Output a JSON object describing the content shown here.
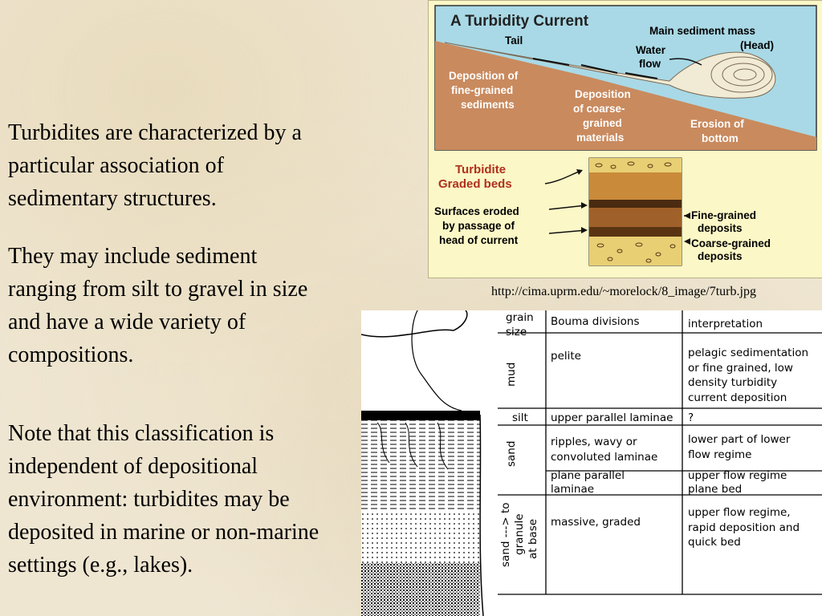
{
  "paragraphs": {
    "p1": "Turbidites are characterized by a particular association of sedimentary structures.",
    "p2": "They may include sediment ranging from silt to gravel in size and have a wide variety of compositions.",
    "p3": "Note that this classification is independent of depositional environment: turbidites may be deposited in marine or non-marine settings (e.g., lakes)."
  },
  "turbidity_figure": {
    "title": "A Turbidity Current",
    "labels": {
      "tail": "Tail",
      "main_mass_1": "Main sediment mass",
      "main_mass_2": "(Head)",
      "water_1": "Water",
      "water_2": "flow",
      "fine_1": "Deposition of",
      "fine_2": "fine-grained",
      "fine_3": "sediments",
      "coarse_1": "Deposition",
      "coarse_2": "of coarse-",
      "coarse_3": "grained",
      "coarse_4": "materials",
      "erosion_1": "Erosion of",
      "erosion_2": "bottom",
      "graded_1": "Turbidite",
      "graded_2": "Graded beds",
      "surf_1": "Surfaces eroded",
      "surf_2": "by passage of",
      "surf_3": "head of current",
      "fd_1": "Fine-grained",
      "fd_2": "deposits",
      "cd_1": "Coarse-grained",
      "cd_2": "deposits"
    },
    "colors": {
      "water": "#a9d9e6",
      "sediment": "#c98a5e",
      "label_red": "#b0301e"
    }
  },
  "source_url": "http://cima.uprm.edu/~morelock/8_image/7turb.jpg",
  "bouma_table": {
    "headers": {
      "grain_1": "grain",
      "grain_2": "size",
      "bouma": "Bouma divisions",
      "interp": "interpretation"
    },
    "grain_sizes": {
      "mud": "mud",
      "silt": "silt",
      "sand": "sand",
      "base_1": "sand ---> to",
      "base_2": "granule",
      "base_3": "at base"
    },
    "rows": [
      {
        "division": [
          "pelite"
        ],
        "interpretation": [
          "pelagic sedimentation",
          "or fine grained, low",
          "density turbidity",
          "current deposition"
        ]
      },
      {
        "division": [
          "upper parallel laminae"
        ],
        "interpretation": [
          "?"
        ]
      },
      {
        "division": [
          "ripples, wavy or",
          "convoluted laminae"
        ],
        "interpretation": [
          "lower part of lower",
          "flow regime"
        ]
      },
      {
        "division": [
          "plane parallel",
          "laminae"
        ],
        "interpretation": [
          "upper flow regime",
          "plane bed"
        ]
      },
      {
        "division": [
          "massive, graded"
        ],
        "interpretation": [
          "upper flow regime,",
          "rapid deposition and",
          "quick bed"
        ]
      }
    ]
  }
}
